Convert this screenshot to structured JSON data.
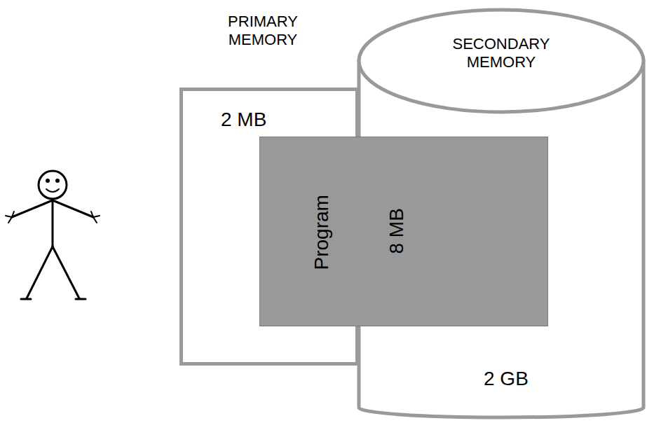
{
  "diagram": {
    "nodes": [
      {
        "text": [
          "PRIMARY MEMORY",
          "2 MB"
        ]
      },
      {
        "text": [
          "SECONDARY MEMORY",
          "2 GB"
        ]
      },
      {
        "text": [
          "Program",
          "8 MB"
        ]
      }
    ]
  }
}
